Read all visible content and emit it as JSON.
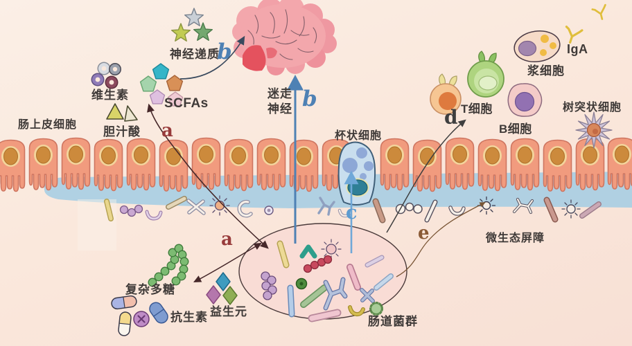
{
  "labels": {
    "epithelium": "肠上皮细胞",
    "vitamins": "维生素",
    "bile_acids": "胆汁酸",
    "neurotransmitters": "神经递质",
    "scfas": "SCFAs",
    "vagus_line1": "迷走",
    "vagus_line2": "神经",
    "goblet_cell": "杯状细胞",
    "t_cell": "T细胞",
    "b_cell": "B细胞",
    "plasma_cell": "浆细胞",
    "iga": "IgA",
    "dendritic_cell": "树突状细胞",
    "micro_barrier": "微生态屏障",
    "gut_microbiota": "肠道菌群",
    "complex_polysaccharides": "复杂多糖",
    "antibiotics": "抗生素",
    "prebiotics": "益生元"
  },
  "pathway_letters": {
    "a_metabolite": "a",
    "a_polysaccharide": "a",
    "b_neurotransmitter": "b",
    "b_vagus": "b",
    "c_goblet": "c",
    "d_immune": "d",
    "e_barrier": "e"
  },
  "colors": {
    "background": "#FAE8DC",
    "epithelial_cell": "#F19B7E",
    "mucus_layer": "#A9CEE3",
    "brain": "#F3A7AC",
    "pathway_a": "#983B3B",
    "pathway_b": "#4E81B4",
    "pathway_c": "#5C9BD0",
    "pathway_d": "#3F3F3F",
    "pathway_e": "#8A5A35"
  }
}
